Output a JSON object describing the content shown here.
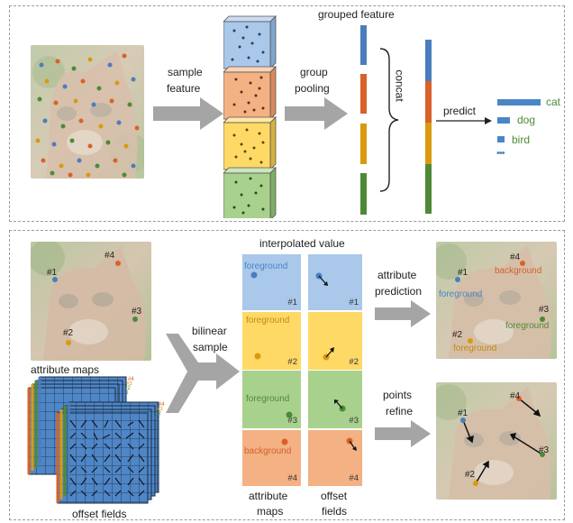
{
  "top": {
    "sample_label_1": "sample",
    "sample_label_2": "feature",
    "group_label_1": "group",
    "group_label_2": "pooling",
    "grouped_title": "grouped feature",
    "concat_label": "concat",
    "predict_label": "predict",
    "classes": [
      "cat",
      "dog",
      "bird",
      "•••"
    ]
  },
  "bottom": {
    "attribute_maps_label": "attribute maps",
    "offset_fields_label": "offset fields",
    "bilinear_label_1": "bilinear",
    "bilinear_label_2": "sample",
    "interpolated_title": "interpolated value",
    "col1_label_1": "attribute",
    "col1_label_2": "maps",
    "col2_label_1": "offset",
    "col2_label_2": "fields",
    "attr_pred_1": "attribute",
    "attr_pred_2": "prediction",
    "refine_1": "points",
    "refine_2": "refine",
    "tiles": [
      {
        "label": "foreground",
        "index": "#1"
      },
      {
        "label": "foreground",
        "index": "#2"
      },
      {
        "label": "foreground",
        "index": "#3"
      },
      {
        "label": "background",
        "index": "#4"
      }
    ],
    "offset_indices": [
      "#1",
      "#2",
      "#3",
      "#4"
    ],
    "photo_points": [
      "#1",
      "#2",
      "#3",
      "#4"
    ],
    "pred_labels": [
      {
        "index": "#1",
        "label": "foreground"
      },
      {
        "index": "#2",
        "label": "foreground"
      },
      {
        "index": "#3",
        "label": "foreground"
      },
      {
        "index": "#4",
        "label": "background"
      }
    ],
    "stack_labels": [
      "#4",
      "#3",
      "#2",
      "#1"
    ],
    "refine_points": [
      "#1",
      "#2",
      "#3",
      "#4"
    ]
  },
  "colors": {
    "blue": "#4a7ebb",
    "orange": "#d9612a",
    "yellow": "#d99a10",
    "green": "#4e8a36",
    "arrow_gray": "#a5a5a5",
    "tile_blue": "#a9c8ea",
    "tile_yellow": "#ffd966",
    "tile_green": "#a9d18e",
    "tile_orange": "#f4b183",
    "text_blue": "#4a86c6",
    "text_orange": "#d0622a",
    "text_yellow": "#c08a10",
    "text_green": "#4e8a36"
  }
}
